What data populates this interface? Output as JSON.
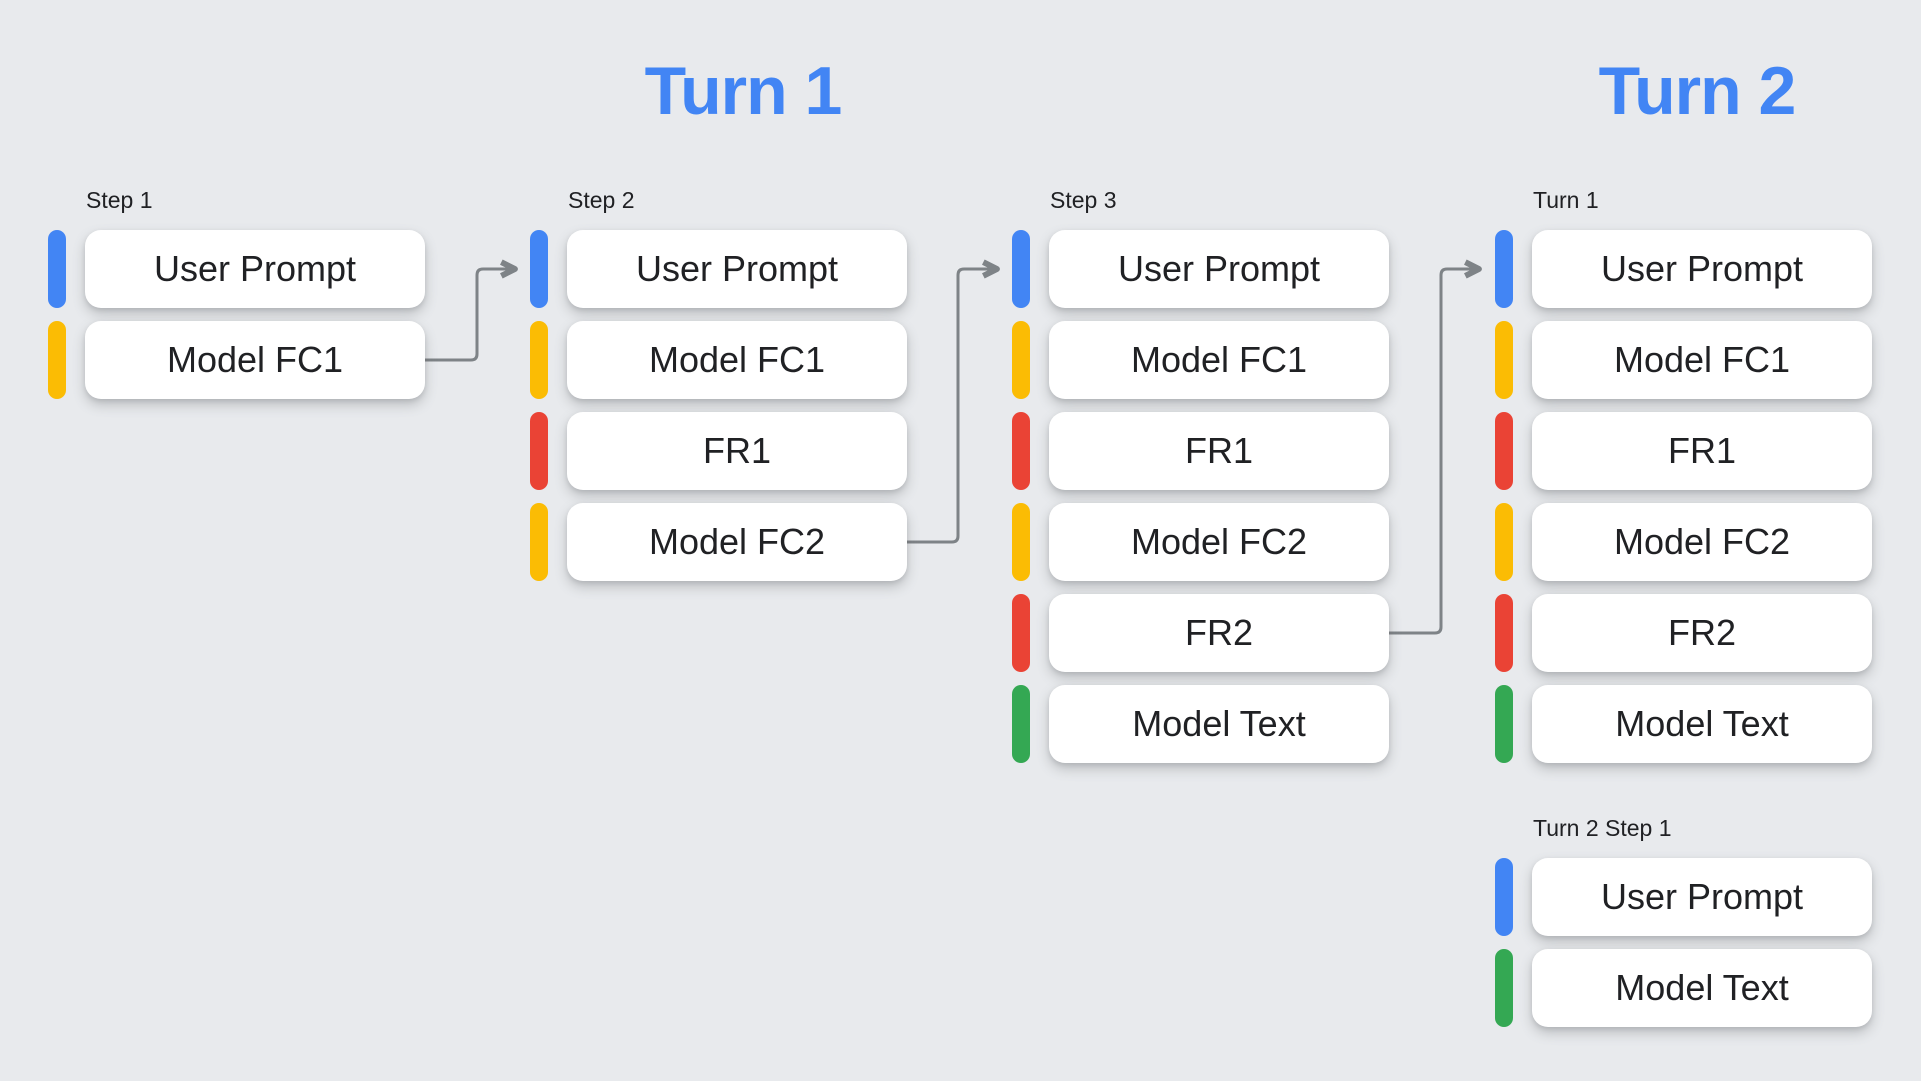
{
  "headings": {
    "turn1": "Turn 1",
    "turn2": "Turn 2"
  },
  "colors": {
    "bg": "#E8EAED",
    "box": "#FFFFFF",
    "text": "#202124",
    "heading": "#4285F4",
    "connector": "#7E8387",
    "user": "#4285F4",
    "model_fc": "#FBBC04",
    "function_response": "#EA4335",
    "model_text": "#34A853"
  },
  "groups": [
    {
      "label": "Step 1",
      "rows": [
        {
          "text": "User Prompt",
          "kind": "user"
        },
        {
          "text": "Model FC1",
          "kind": "model_fc"
        }
      ]
    },
    {
      "label": "Step 2",
      "rows": [
        {
          "text": "User Prompt",
          "kind": "user"
        },
        {
          "text": "Model FC1",
          "kind": "model_fc"
        },
        {
          "text": "FR1",
          "kind": "function_response"
        },
        {
          "text": "Model FC2",
          "kind": "model_fc"
        }
      ]
    },
    {
      "label": "Step 3",
      "rows": [
        {
          "text": "User Prompt",
          "kind": "user"
        },
        {
          "text": "Model FC1",
          "kind": "model_fc"
        },
        {
          "text": "FR1",
          "kind": "function_response"
        },
        {
          "text": "Model FC2",
          "kind": "model_fc"
        },
        {
          "text": "FR2",
          "kind": "function_response"
        },
        {
          "text": "Model Text",
          "kind": "model_text"
        }
      ]
    },
    {
      "label": "Turn 1",
      "rows": [
        {
          "text": "User Prompt",
          "kind": "user"
        },
        {
          "text": "Model FC1",
          "kind": "model_fc"
        },
        {
          "text": "FR1",
          "kind": "function_response"
        },
        {
          "text": "Model FC2",
          "kind": "model_fc"
        },
        {
          "text": "FR2",
          "kind": "function_response"
        },
        {
          "text": "Model Text",
          "kind": "model_text"
        }
      ]
    },
    {
      "label": "Turn 2 Step 1",
      "rows": [
        {
          "text": "User Prompt",
          "kind": "user"
        },
        {
          "text": "Model Text",
          "kind": "model_text"
        }
      ]
    }
  ]
}
